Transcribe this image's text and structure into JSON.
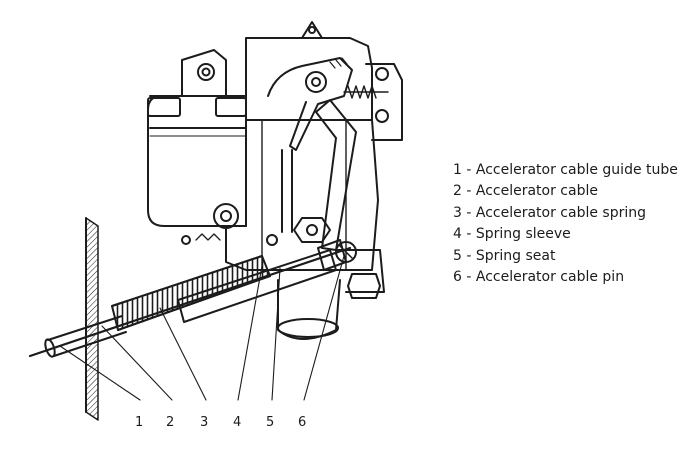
{
  "legend": [
    {
      "num": "1",
      "label": "1 - Accelerator cable guide tube"
    },
    {
      "num": "2",
      "label": "2 - Accelerator cable"
    },
    {
      "num": "3",
      "label": "3 - Accelerator cable spring"
    },
    {
      "num": "4",
      "label": "4 - Spring sleeve"
    },
    {
      "num": "5",
      "label": "5 - Spring seat"
    },
    {
      "num": "6",
      "label": "6 - Accelerator cable pin"
    }
  ],
  "colors": {
    "ink": "#1c1c1c",
    "paper": "#ffffff"
  }
}
